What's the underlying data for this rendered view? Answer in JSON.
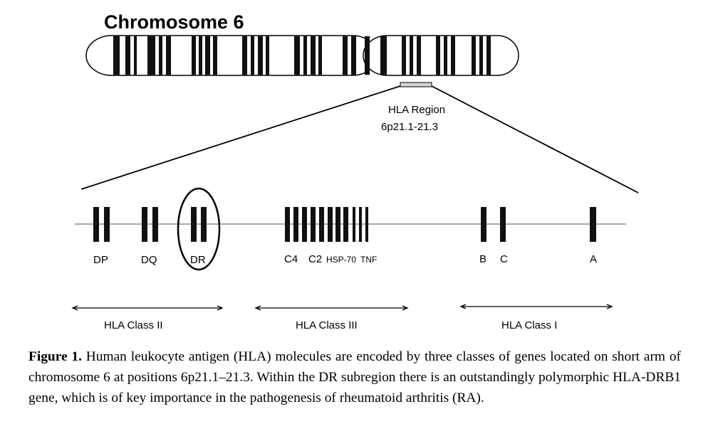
{
  "title": "Chromosome 6",
  "region": {
    "name": "HLA Region",
    "position": "6p21.1-21.3"
  },
  "genes": {
    "dp": "DP",
    "dq": "DQ",
    "dr": "DR",
    "c4": "C4",
    "c2": "C2",
    "hsp70": "HSP-70",
    "tnf": "TNF",
    "b": "B",
    "c": "C",
    "a": "A"
  },
  "classes": {
    "class2": "HLA Class II",
    "class3": "HLA Class III",
    "class1": "HLA Class I"
  },
  "caption": {
    "label": "Figure 1.",
    "text": "Human leukocyte antigen (HLA) molecules are encoded by three classes of genes located on short arm of chromosome 6 at positions 6p21.1–21.3. Within the DR subregion there is an outstandingly polymorphic HLA-DRB1 gene, which is of key importance in the pathogenesis of rheumatoid arthritis (RA)."
  },
  "colors": {
    "ink": "#000000",
    "background": "#ffffff",
    "band": "#111111",
    "region_marker": "#d4d4d4"
  }
}
